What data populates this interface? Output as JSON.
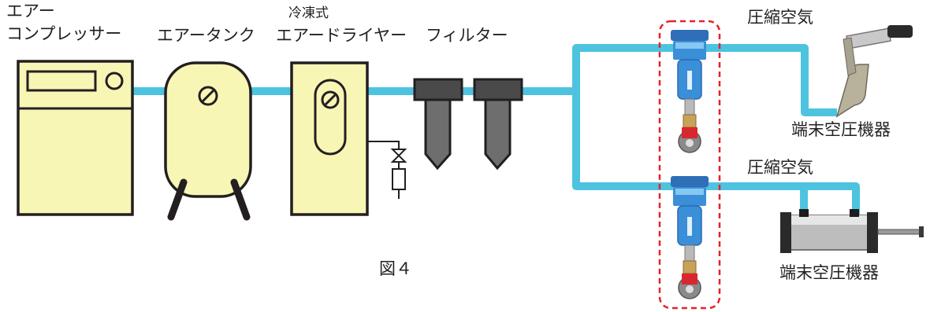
{
  "labels": {
    "compressor": [
      "エアー",
      "コンプレッサー"
    ],
    "tank": "エアータンク",
    "dryer": [
      "冷凍式",
      "エアードライヤー"
    ],
    "filter": "フィルター",
    "compressed_air_top": "圧縮空気",
    "compressed_air_bottom": "圧縮空気",
    "terminal_top": "端末空圧機器",
    "terminal_bottom": "端末空圧機器",
    "figure": "図４"
  },
  "colors": {
    "pipe": "#4ec3e0",
    "equipment_fill": "#f7f6b5",
    "outline": "#231f20",
    "filter_body": "#6e6e6e",
    "highlight_dash": "#e6222b",
    "regulator_blue": "#3a8fd8",
    "valve_red": "#d8282f"
  },
  "icons": {
    "compressor": "air-compressor-icon",
    "tank": "air-tank-icon",
    "dryer": "refrigerated-dryer-icon",
    "drain": "drain-valve-icon",
    "filters": "filter-icon",
    "regulator": "filter-regulator-icon",
    "air_gun": "air-gun-icon",
    "cylinder": "air-cylinder-icon"
  }
}
